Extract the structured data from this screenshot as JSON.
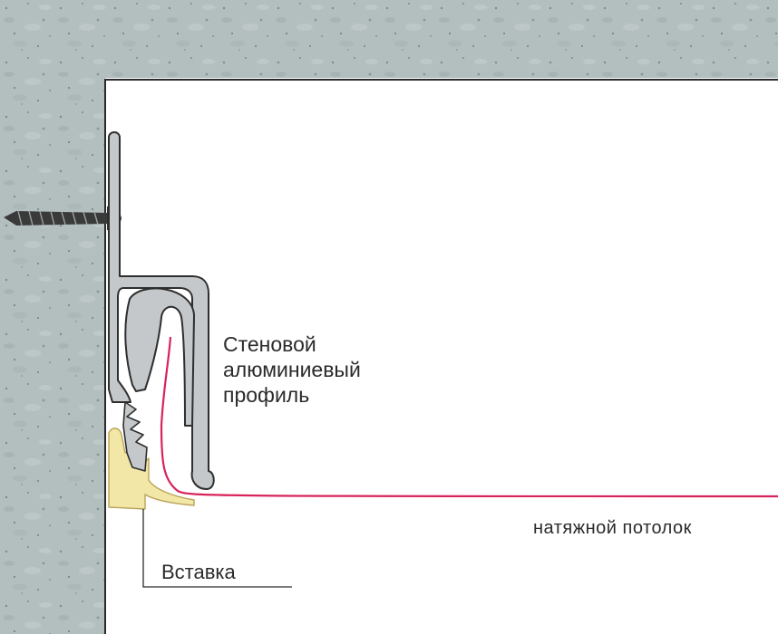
{
  "labels": {
    "wall_profile": [
      "Стеновой",
      "алюминиевый",
      "профиль"
    ],
    "stretch_ceiling": "натяжной потолок",
    "insert": "Вставка"
  },
  "colors": {
    "concrete": "#b3bfbf",
    "concrete_dark": "#97a4a4",
    "aluminum": "#c4c8ca",
    "aluminum_outline": "#2e2e2e",
    "insert_fill": "#f3e7a7",
    "membrane": "#d8245a",
    "background": "#ffffff",
    "text": "#2b2b2b"
  },
  "icons": {
    "fastener": "screw-icon"
  }
}
